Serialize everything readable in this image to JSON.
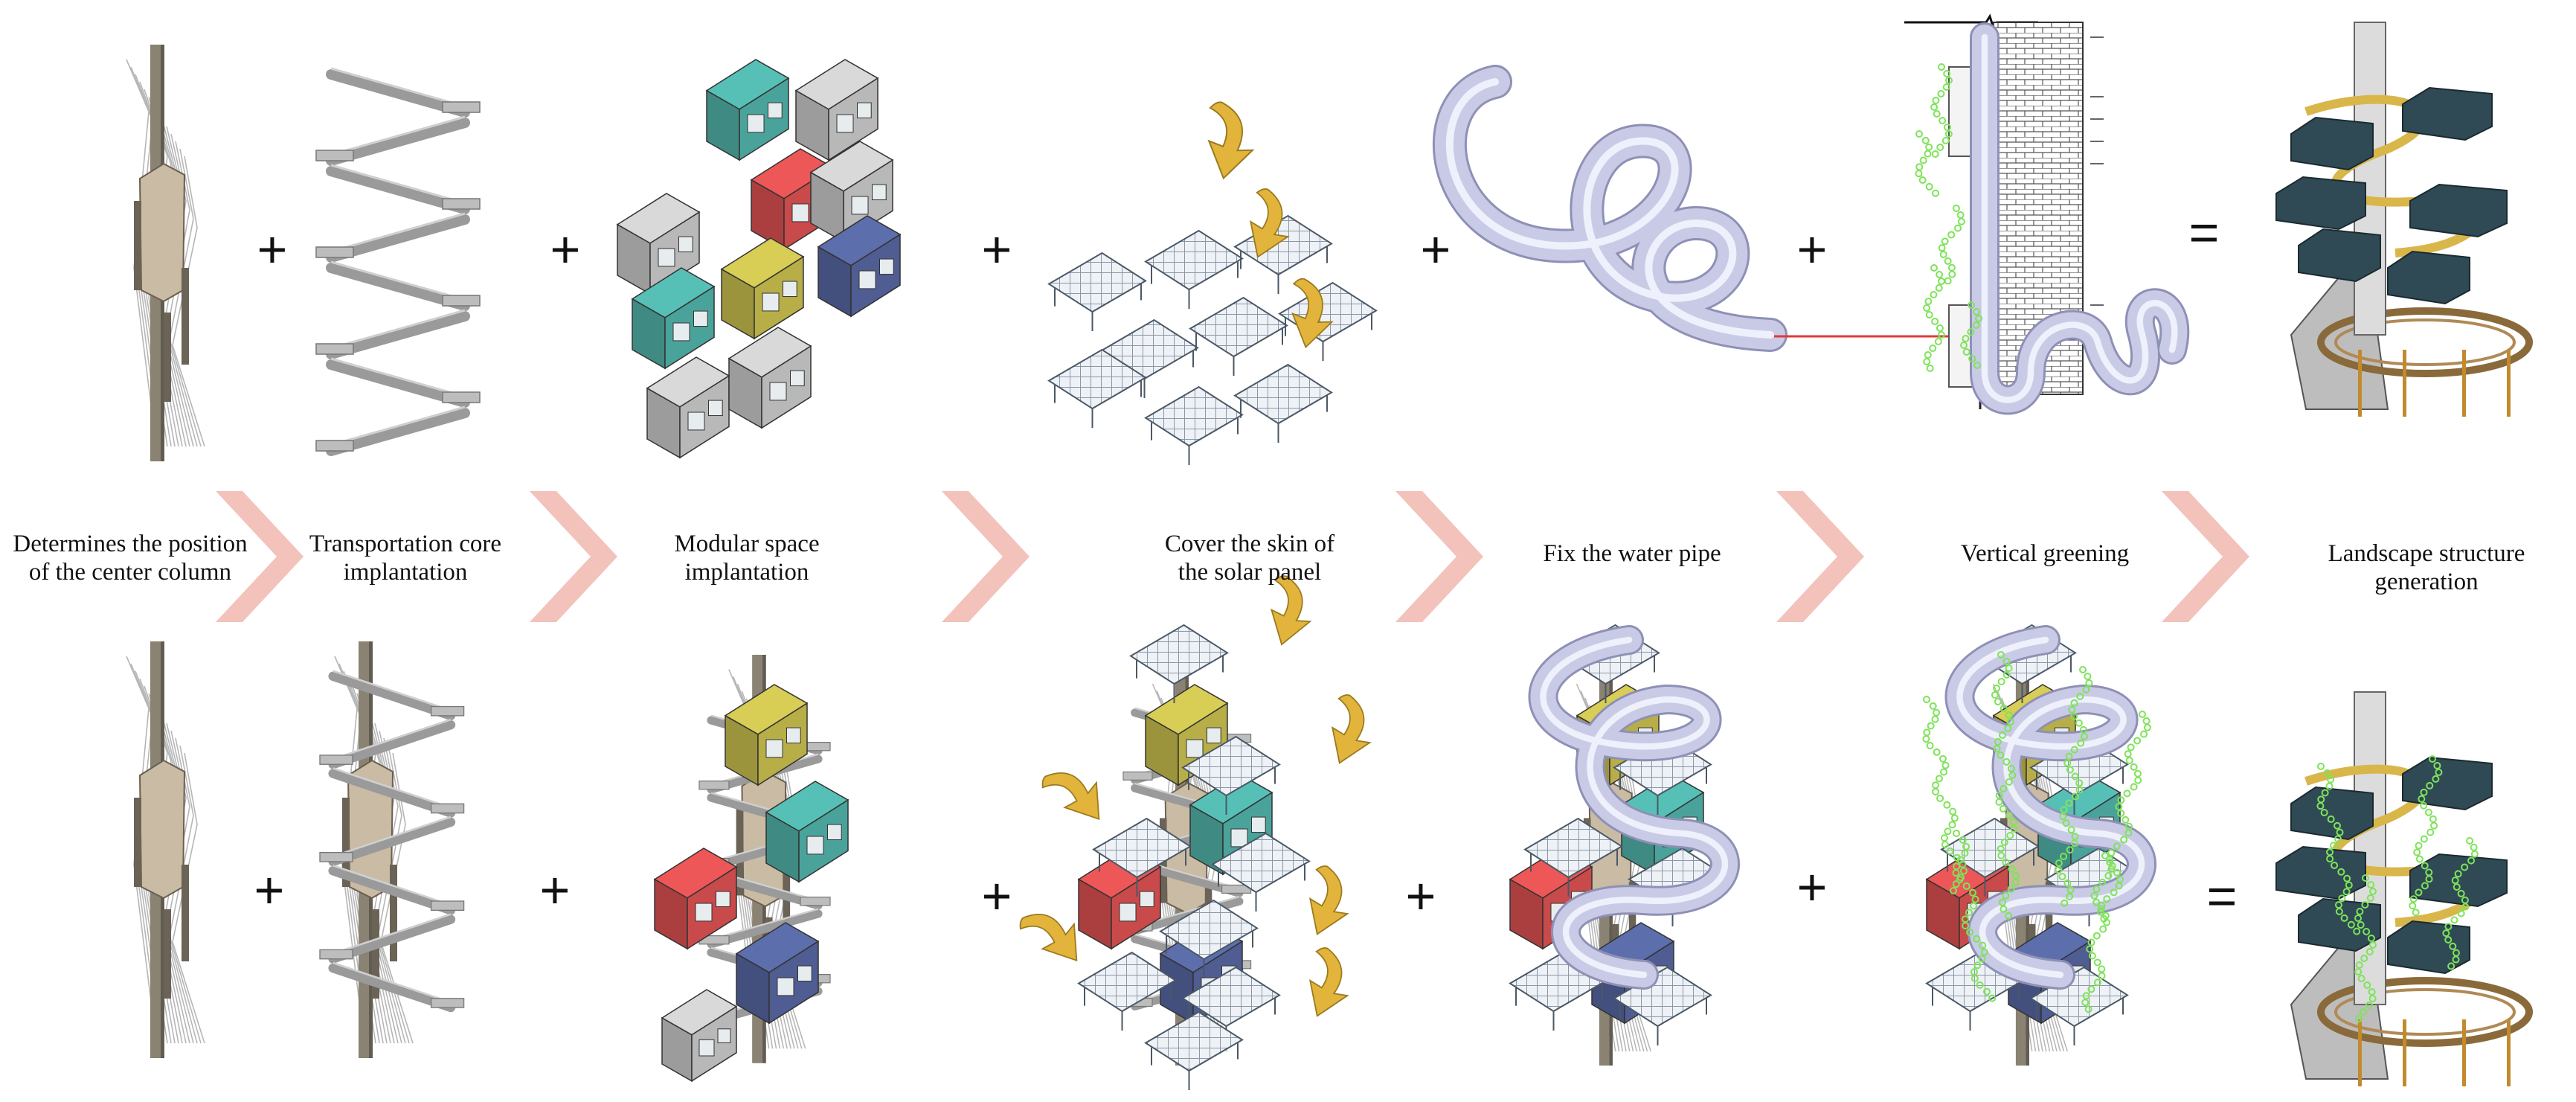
{
  "steps": [
    {
      "label_line1": "Determines the position",
      "label_line2": "of the center column"
    },
    {
      "label_line1": "Transportation core",
      "label_line2": "implantation"
    },
    {
      "label_line1": "Modular space",
      "label_line2": "implantation"
    },
    {
      "label_line1": "Cover the skin of",
      "label_line2": "the solar panel"
    },
    {
      "label_line1": "Fix the water pipe",
      "label_line2": ""
    },
    {
      "label_line1": "Vertical greening",
      "label_line2": ""
    },
    {
      "label_line1": "Landscape structure generation",
      "label_line2": ""
    }
  ],
  "operators": {
    "plus": "+",
    "equals": "="
  },
  "colors": {
    "arrow": "#f2c2bb",
    "module_teal": "#4aa39a",
    "module_red": "#c94a4a",
    "module_olive": "#b7ae48",
    "module_blue": "#4f5d93",
    "module_gray": "#b8b8b8",
    "solar_arrow": "#e3b43b",
    "pipe": "#c9cbe6",
    "greening": "#7fe35a",
    "leader_line": "#e03a3a",
    "column": "#8a8272",
    "stair": "#9a9a9a"
  },
  "icons": {
    "center_column": "center-column-icon",
    "stair_core": "stair-core-icon",
    "modules": "module-boxes-icon",
    "solar_panels": "solar-panel-icon",
    "water_pipe": "water-pipe-icon",
    "greening_wall": "greening-wall-icon",
    "landscape": "landscape-structure-icon",
    "step_arrow": "chevron-right-icon"
  }
}
